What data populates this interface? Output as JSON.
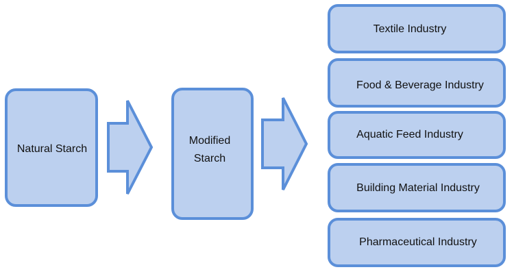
{
  "diagram": {
    "source": {
      "label": "Natural Starch"
    },
    "intermediate": {
      "line1": "Modified",
      "line2": "Starch"
    },
    "industries": [
      "Textile Industry",
      "Food & Beverage Industry",
      "Aquatic Feed Industry",
      "Building Material Industry",
      "Pharmaceutical Industry"
    ]
  }
}
